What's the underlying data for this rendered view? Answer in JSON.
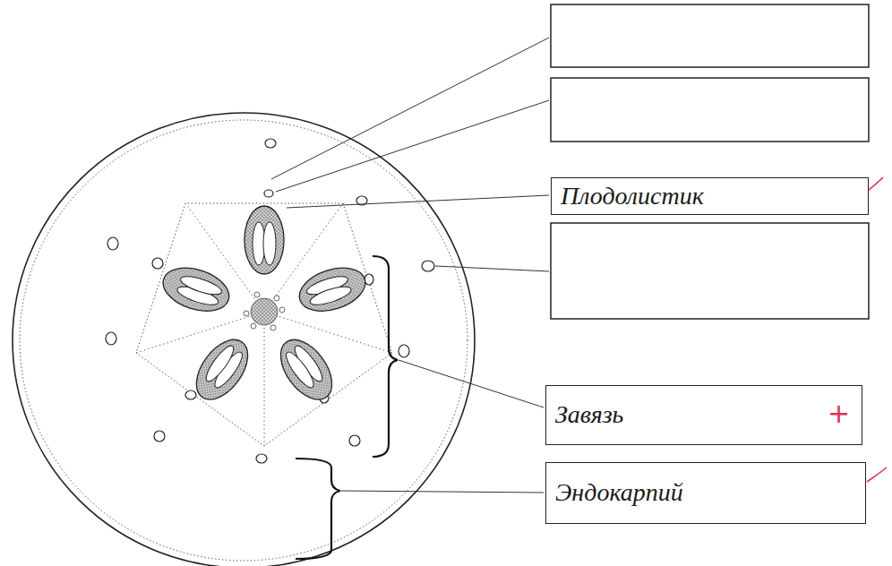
{
  "diagram": {
    "nodes": [
      {
        "text": [
          "Плодолистик"
        ]
      },
      {
        "text": [
          "Завязь"
        ]
      },
      {
        "text": [
          "Эндокарпий"
        ]
      }
    ],
    "labels": [
      "+"
    ]
  }
}
